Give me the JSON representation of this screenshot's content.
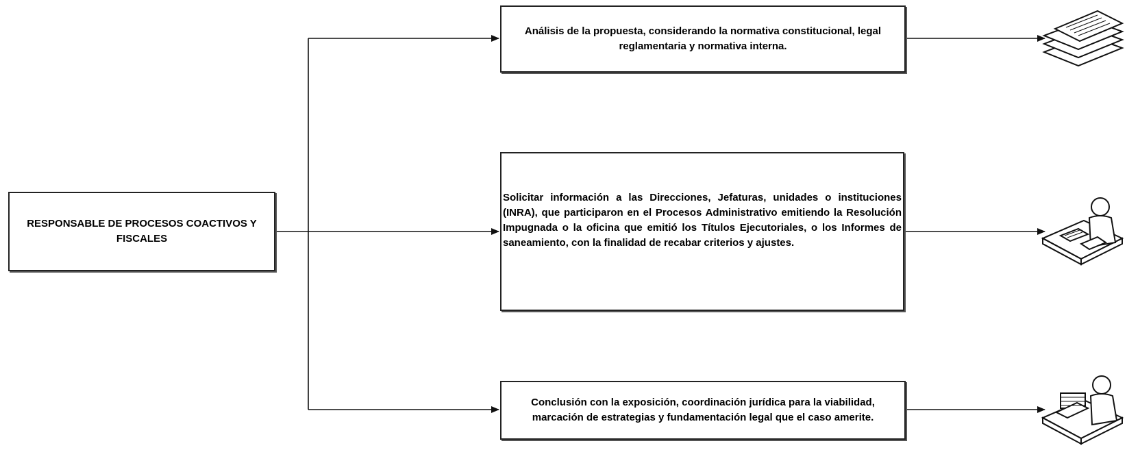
{
  "diagram": {
    "root_label": "RESPONSABLE DE PROCESOS COACTIVOS Y FISCALES",
    "steps": [
      {
        "text": "Análisis de la propuesta, considerando la normativa constitucional, legal reglamentaria y normativa interna.",
        "icon": "documents-icon"
      },
      {
        "text": "Solicitar información a las Direcciones, Jefaturas, unidades o instituciones (INRA), que participaron en el Procesos Administrativo emitiendo la Resolución Impugnada o la oficina que emitió los Títulos Ejecutoriales, o los Informes de saneamiento, con la finalidad de recabar criterios y ajustes.",
        "icon": "person-at-desk-icon"
      },
      {
        "text": "Conclusión con la exposición, coordinación jurídica para la viabilidad, marcación de estrategias y fundamentación legal que el caso amerite.",
        "icon": "person-with-files-icon"
      }
    ]
  }
}
